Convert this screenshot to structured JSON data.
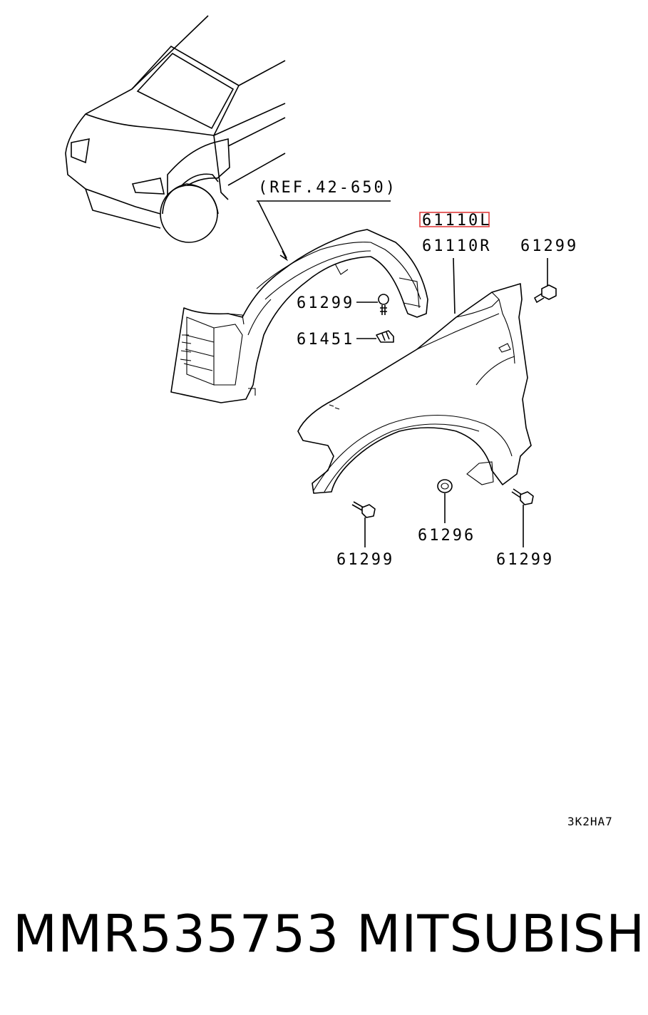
{
  "diagram": {
    "labels": {
      "ref": "(REF.42-650)",
      "highlighted_part": "61110L",
      "part_right": "61110R",
      "bolt_top_right": "61299",
      "bolt_inner": "61299",
      "clip": "61451",
      "bolt_bottom_left": "61299",
      "nut_bottom": "61296",
      "bolt_bottom_right": "61299",
      "figure_code": "3K2HA7"
    },
    "highlight_color": "#e03c3c"
  },
  "caption": {
    "part_number": "MMR535753",
    "brand": "MITSUBISHI"
  }
}
